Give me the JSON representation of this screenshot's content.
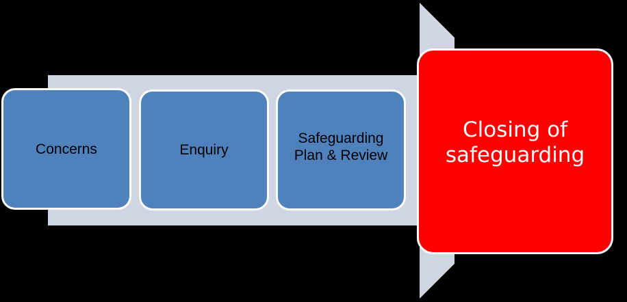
{
  "colors": {
    "background": "#000000",
    "arrow_fill": "#cfd5e3",
    "step_fill": "#4f81bd",
    "final_fill": "#ff0000",
    "border": "#ffffff"
  },
  "process": {
    "steps": [
      {
        "label": "Concerns"
      },
      {
        "label": "Enquiry"
      },
      {
        "label": "Safeguarding Plan & Review"
      }
    ],
    "final_step": {
      "label": "Closing of safeguarding"
    }
  }
}
